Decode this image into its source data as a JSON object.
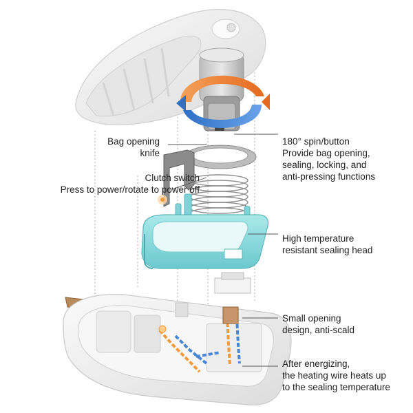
{
  "callouts": {
    "bag_opening_knife": {
      "line1": "Bag opening",
      "line2": "knife"
    },
    "spin_button": {
      "line1": "180° spin/button",
      "line2": "Provide bag opening,",
      "line3": "sealing, locking, and",
      "line4": "anti-pressing functions"
    },
    "clutch_switch": {
      "line1": "Clutch switch",
      "line2": "Press to power/rotate to power off"
    },
    "sealing_head": {
      "line1": "High temperature",
      "line2": "resistant sealing head"
    },
    "small_opening": {
      "line1": "Small opening",
      "line2": "design, anti-scald"
    },
    "heating_wire": {
      "line1": "After energizing,",
      "line2": "the heating wire heats up",
      "line3": "to the sealing temperature"
    }
  },
  "colors": {
    "shell": "#f1f1f1",
    "shell_shadow": "#d6d6d6",
    "sealing_head": "#8fdde0",
    "rotation_orange": "#f08a3a",
    "rotation_blue": "#3f7fd1",
    "heating_orange": "#f39a3c",
    "heating_blue": "#4a86d8",
    "copper": "#b98a5a"
  }
}
